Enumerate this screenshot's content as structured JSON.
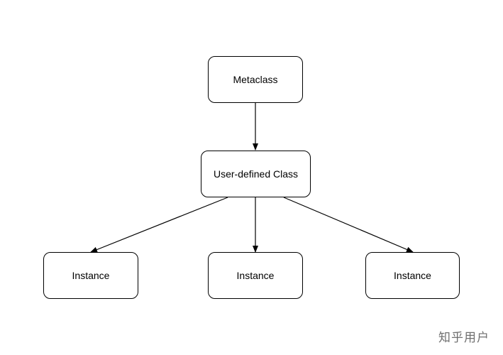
{
  "diagram": {
    "nodes": {
      "metaclass": "Metaclass",
      "user_class": "User-defined Class",
      "instances": [
        "Instance",
        "Instance",
        "Instance"
      ]
    },
    "edges": [
      {
        "from": "Metaclass",
        "to": "User-defined Class"
      },
      {
        "from": "User-defined Class",
        "to": "Instance"
      },
      {
        "from": "User-defined Class",
        "to": "Instance"
      },
      {
        "from": "User-defined Class",
        "to": "Instance"
      }
    ]
  },
  "watermark": "知乎用户",
  "colors": {
    "stroke": "#000000",
    "background": "#ffffff",
    "watermark": "#6f6f6f"
  }
}
